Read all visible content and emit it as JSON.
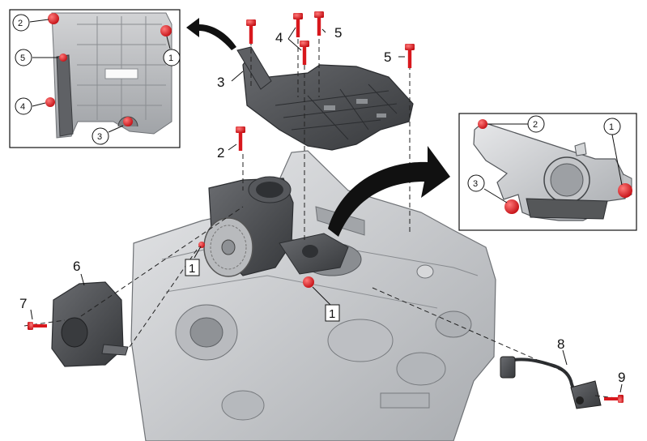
{
  "callouts": {
    "n1": "1",
    "n2": "2",
    "n3": "3",
    "n4": "4",
    "n5": "5",
    "n6": "6",
    "n7": "7",
    "n8": "8",
    "n9": "9"
  },
  "colors": {
    "fastener": "#e0161b",
    "part_dark": "#4a4c4f",
    "block_light": "#c9cbce",
    "arrow": "#111111"
  },
  "icons": [
    "bolt-icon",
    "curved-arrow-icon"
  ]
}
